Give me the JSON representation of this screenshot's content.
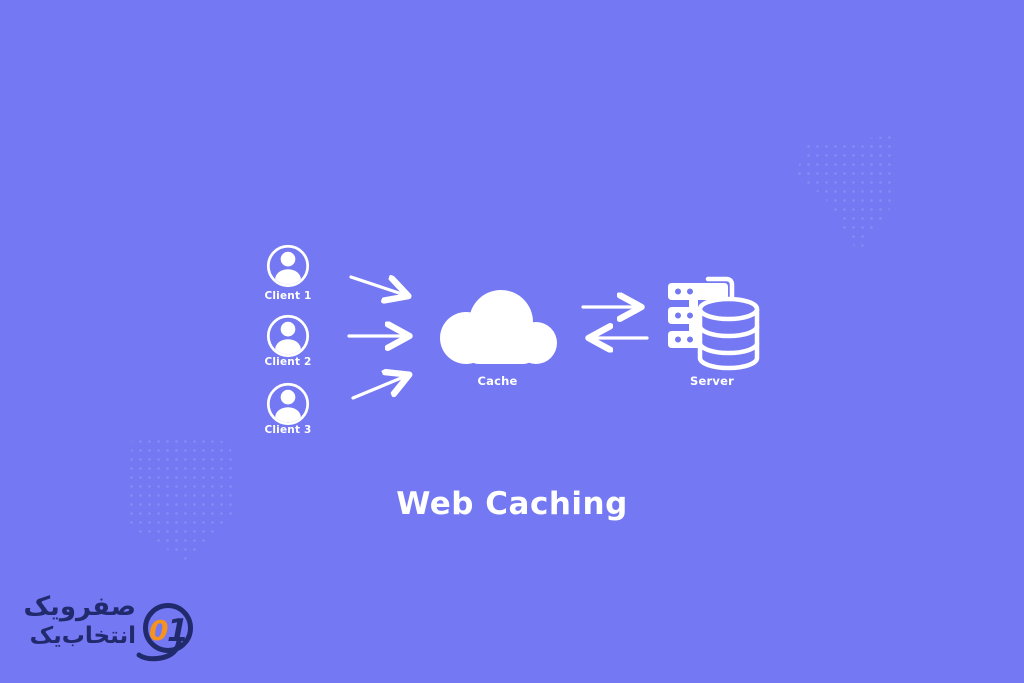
{
  "title": "Web Caching",
  "diagram": {
    "clients": [
      {
        "label": "Client 1"
      },
      {
        "label": "Client 2"
      },
      {
        "label": "Client 3"
      }
    ],
    "cache": {
      "label": "Cache"
    },
    "server": {
      "label": "Server"
    },
    "icons": {
      "client": "user-icon",
      "cache": "cloud-icon",
      "server": "server-rack-database-icon",
      "flows": [
        "arrow-client1-to-cache",
        "arrow-client2-to-cache",
        "arrow-client3-to-cache",
        "arrow-cache-to-server",
        "arrow-server-to-cache"
      ]
    }
  },
  "colors": {
    "background": "#7478f2",
    "diagram_white": "#ffffff",
    "logo_navy": "#202a6d",
    "logo_orange": "#f6921e"
  },
  "logo": {
    "digit_zero": "0",
    "digit_one": "1",
    "line1": "صفرویک",
    "line2": "انتخاب‌یک"
  }
}
